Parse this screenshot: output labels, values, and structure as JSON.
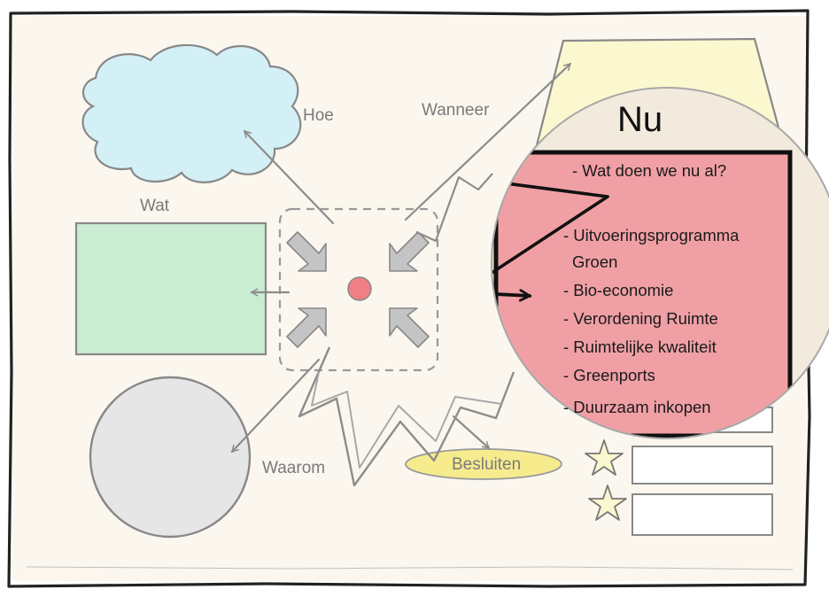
{
  "labels": {
    "hoe": "Hoe",
    "wanneer": "Wanneer",
    "wat": "Wat",
    "waarom": "Waarom",
    "besluiten": "Besluiten"
  },
  "zoom": {
    "title": "Nu",
    "items": [
      "- Wat doen we nu al?",
      "- Uitvoeringsprogramma",
      "Groen",
      "- Bio-economie",
      "- Verordening Ruimte",
      "- Ruimtelijke kwaliteit",
      "- Greenports",
      "- Duurzaam inkopen"
    ]
  },
  "colors": {
    "page": "#fbf7ef",
    "cloud": "#d3f0f6",
    "wat_box": "#c9ecd3",
    "circle": "#e6e6e6",
    "ellipse": "#f6ec8e",
    "trapezoid": "#fbf7cf",
    "pink_box": "#f0a0a5",
    "zoom_circle": "#f2eadd",
    "red_dot": "#f07f85",
    "arrow_fill": "#c4c4c4",
    "stroke": "#8c8c8c"
  },
  "icons": [
    "star-icon",
    "star-icon",
    "star-icon"
  ]
}
